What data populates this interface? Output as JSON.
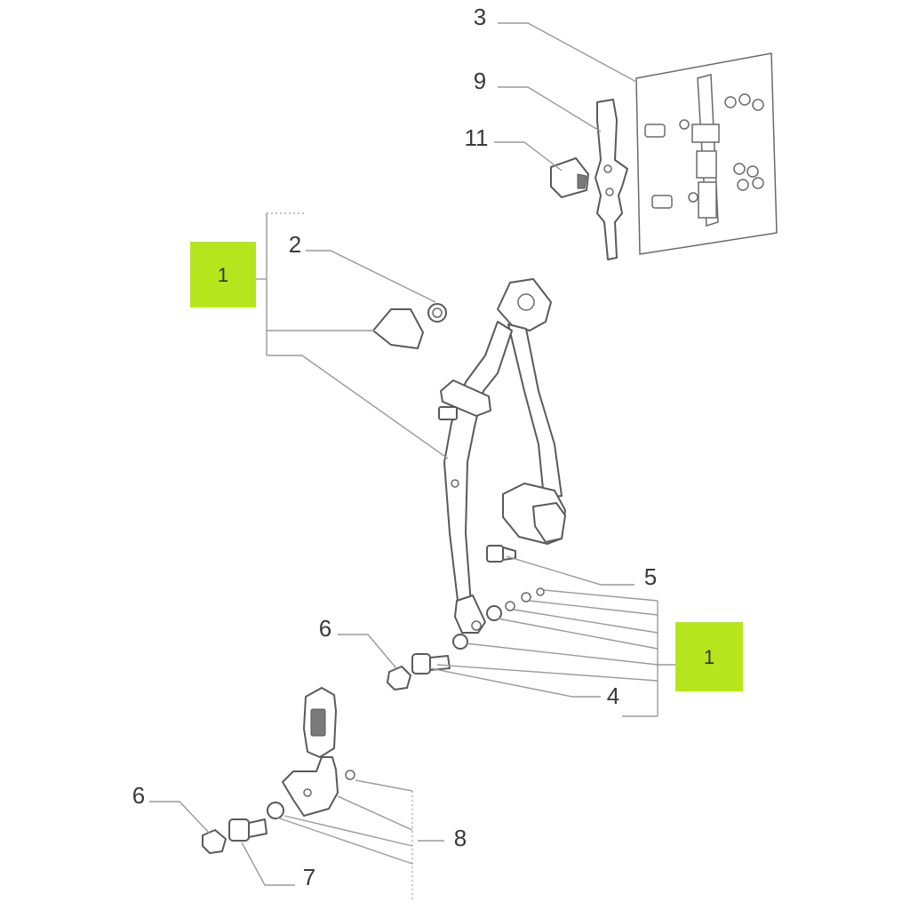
{
  "diagram": {
    "callouts": [
      {
        "id": "c3",
        "text": "3"
      },
      {
        "id": "c9",
        "text": "9"
      },
      {
        "id": "c11",
        "text": "11"
      },
      {
        "id": "c2",
        "text": "2"
      },
      {
        "id": "c5",
        "text": "5"
      },
      {
        "id": "c6a",
        "text": "6"
      },
      {
        "id": "c4",
        "text": "4"
      },
      {
        "id": "c6b",
        "text": "6"
      },
      {
        "id": "c8",
        "text": "8"
      },
      {
        "id": "c7",
        "text": "7"
      }
    ],
    "group_badges": [
      {
        "id": "b1_upper",
        "text": "1"
      },
      {
        "id": "b1_lower",
        "text": "1"
      }
    ]
  },
  "colors": {
    "badge": "#b5e61d",
    "line": "#9a9a9a",
    "part_stroke": "#5a5a5a"
  }
}
